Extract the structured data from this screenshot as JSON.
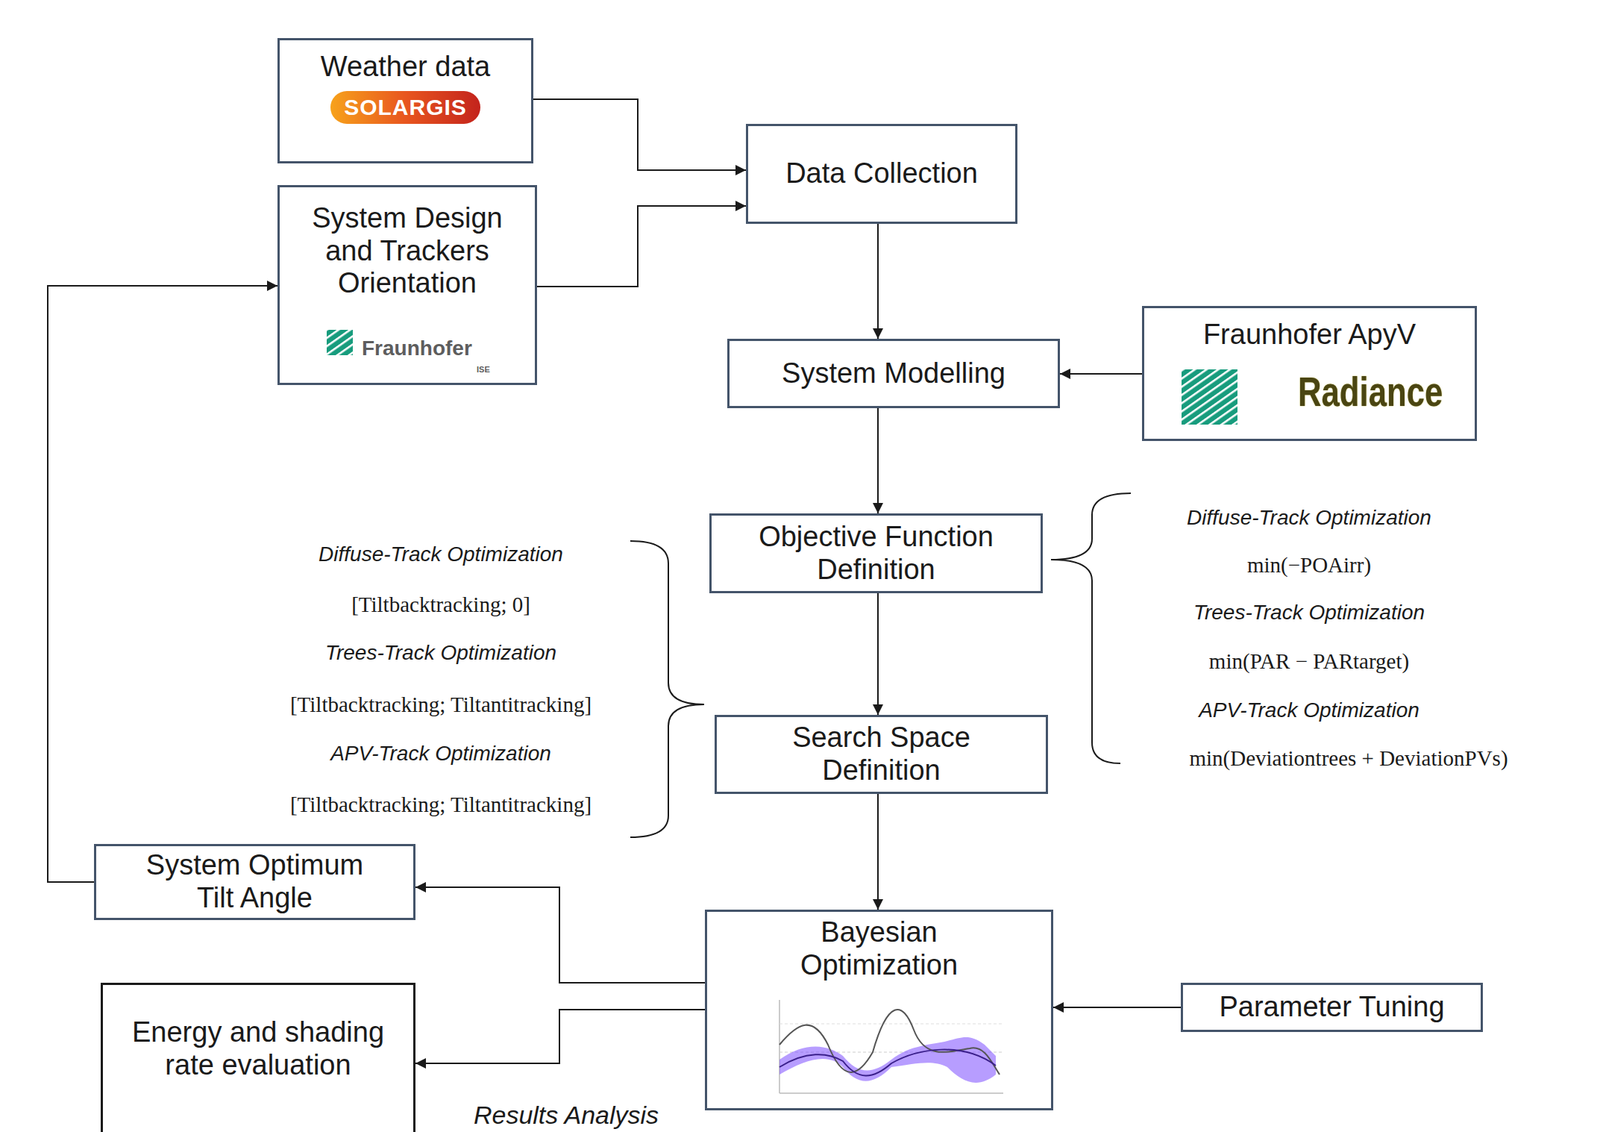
{
  "diagram": {
    "nodes": [
      {
        "text": [
          "Weather data",
          "SOLARGIS"
        ]
      },
      {
        "text": [
          "System Design and Trackers Orientation",
          "Fraunhofer",
          "ISE"
        ]
      },
      {
        "text": [
          "Data Collection"
        ]
      },
      {
        "text": [
          "System Modelling"
        ]
      },
      {
        "text": [
          "Fraunhofer ApyV",
          "Radiance"
        ]
      },
      {
        "text": [
          "Objective Function Definition"
        ]
      },
      {
        "text": [
          "Search Space Definition"
        ]
      },
      {
        "text": [
          "Bayesian Optimization"
        ]
      },
      {
        "text": [
          "Parameter Tuning"
        ]
      },
      {
        "text": [
          "System Optimum Tilt Angle"
        ]
      },
      {
        "text": [
          "Energy and shading rate evaluation"
        ]
      }
    ],
    "edges": [
      {
        "from": 0,
        "to": 2,
        "arrow": "to"
      },
      {
        "from": 1,
        "to": 2,
        "arrow": "to"
      },
      {
        "from": 2,
        "to": 3,
        "arrow": "to"
      },
      {
        "from": 4,
        "to": 3,
        "arrow": "to"
      },
      {
        "from": 3,
        "to": 5,
        "arrow": "to"
      },
      {
        "from": 5,
        "to": 6,
        "arrow": "to"
      },
      {
        "from": 6,
        "to": 7,
        "arrow": "to"
      },
      {
        "from": 8,
        "to": 7,
        "arrow": "to"
      },
      {
        "from": 7,
        "to": 9,
        "arrow": "to"
      },
      {
        "from": 7,
        "to": 10,
        "arrow": "to"
      },
      {
        "from": 9,
        "to": 1,
        "arrow": "to"
      }
    ],
    "labels": [
      "Diffuse-Track Optimization",
      "[Tiltbacktracking; 0]",
      "Trees-Track Optimization",
      "[Tiltbacktracking; Tiltantitracking]",
      "APV-Track Optimization",
      "[Tiltbacktracking; Tiltantitracking]",
      "Diffuse-Track Optimization",
      "min(−POAirr)",
      "Trees-Track Optimization",
      "min(PAR − PARtarget)",
      "APV-Track Optimization",
      "min(Deviationtrees + DeviationPVs)",
      "Results Analysis"
    ]
  }
}
